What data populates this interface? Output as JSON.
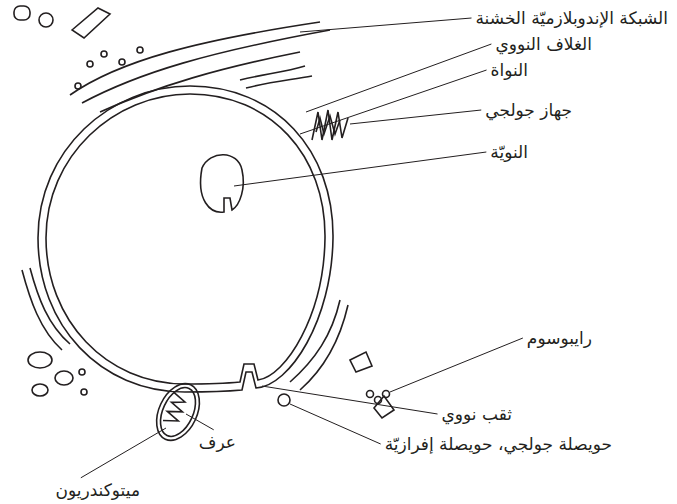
{
  "diagram": {
    "labels": [
      "الشبكة الإندوبلازميّة الخشنة",
      "الغلاف النووي",
      "النواة",
      "جهاز جولجي",
      "النويّة",
      "رايبوسوم",
      "ثقب نووي",
      "حويصلة جولجي، حويصلة إفرازيّة",
      "عرف",
      "ميتوكندريون"
    ]
  }
}
